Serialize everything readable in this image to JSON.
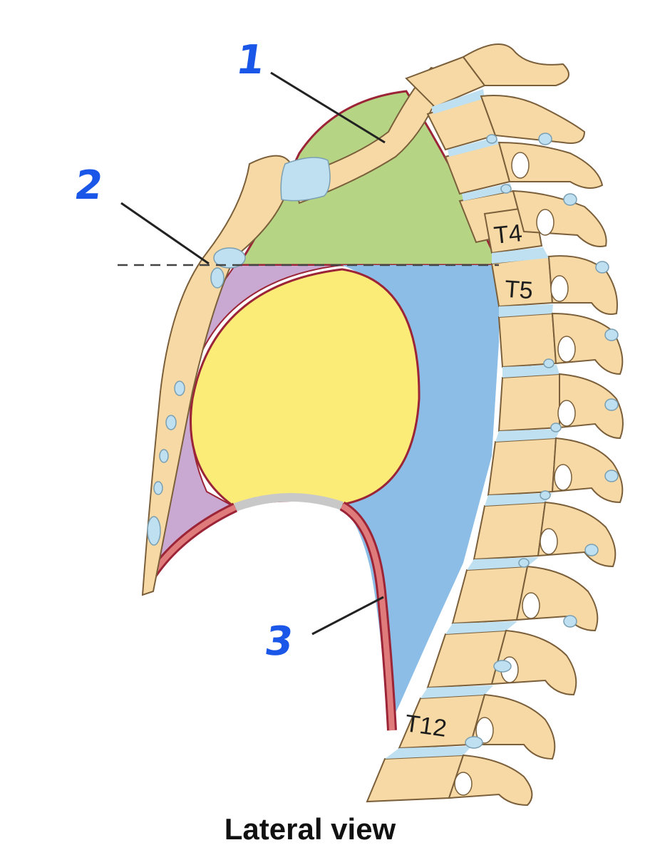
{
  "labels": {
    "one": "1",
    "two": "2",
    "three": "3"
  },
  "vertebra_labels": {
    "t4": "T4",
    "t5": "T5",
    "t12": "T12"
  },
  "caption": "Lateral view",
  "colors": {
    "bone": "#f6d9a4",
    "bone_outline": "#7a5f3a",
    "cartilage": "#bfe0f1",
    "superior_mediastinum": "#b5d585",
    "anterior_mediastinum": "#c9a9d1",
    "heart": "#fbeb77",
    "posterior_mediastinum": "#8bbde6",
    "diaphragm": "#e07b7b",
    "pleura_outline": "#9c2437",
    "pericardium_gray": "#c8c8c8",
    "label_blue": "#1a56e8"
  }
}
